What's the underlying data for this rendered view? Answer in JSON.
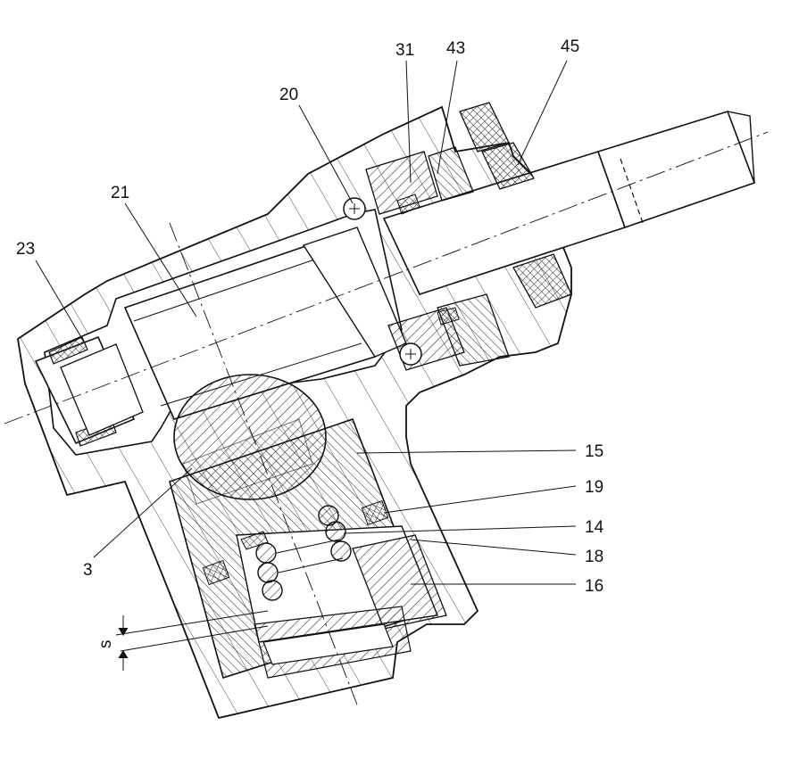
{
  "drawing": {
    "callouts": [
      {
        "id": "c23",
        "label": "23"
      },
      {
        "id": "c21",
        "label": "21"
      },
      {
        "id": "c20",
        "label": "20"
      },
      {
        "id": "c31",
        "label": "31"
      },
      {
        "id": "c43",
        "label": "43"
      },
      {
        "id": "c45",
        "label": "45"
      },
      {
        "id": "c15",
        "label": "15"
      },
      {
        "id": "c19",
        "label": "19"
      },
      {
        "id": "c14",
        "label": "14"
      },
      {
        "id": "c18",
        "label": "18"
      },
      {
        "id": "c16",
        "label": "16"
      },
      {
        "id": "c3",
        "label": "3"
      }
    ],
    "dimension_label": "s"
  }
}
